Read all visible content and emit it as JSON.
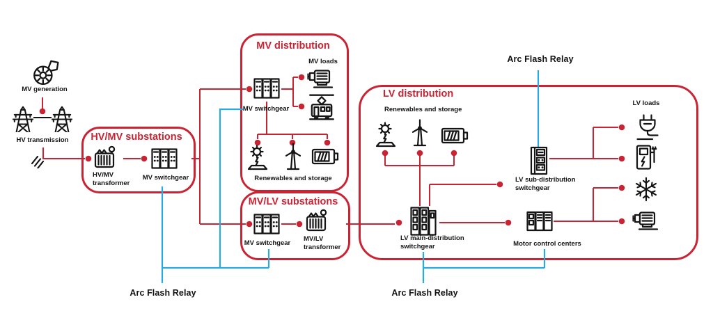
{
  "colors": {
    "red": "#c92434",
    "blue": "#29a9e1",
    "ink": "#141414"
  },
  "sources": {
    "mv_generation": "MV generation",
    "hv_transmission": "HV transmission"
  },
  "hv_mv_substations": {
    "title": "HV/MV substations",
    "transformer": "HV/MV\ntransformer",
    "switchgear": "MV switchgear"
  },
  "mv_distribution": {
    "title": "MV distribution",
    "loads_label": "MV loads",
    "switchgear": "MV switchgear",
    "renewables": "Renewables and storage"
  },
  "mv_lv_substations": {
    "title": "MV/LV substations",
    "switchgear": "MV switchgear",
    "transformer": "MV/LV\ntransformer"
  },
  "lv_distribution": {
    "title": "LV distribution",
    "renewables": "Renewables and storage",
    "main_switchgear": "LV main-distribution\nswitchgear",
    "sub_switchgear": "LV sub-distribution\nswitchgear",
    "mcc": "Motor control centers",
    "loads_label": "LV loads"
  },
  "relays": {
    "top": "Arc Flash Relay",
    "bottom_left": "Arc Flash Relay",
    "bottom_center": "Arc Flash Relay"
  }
}
